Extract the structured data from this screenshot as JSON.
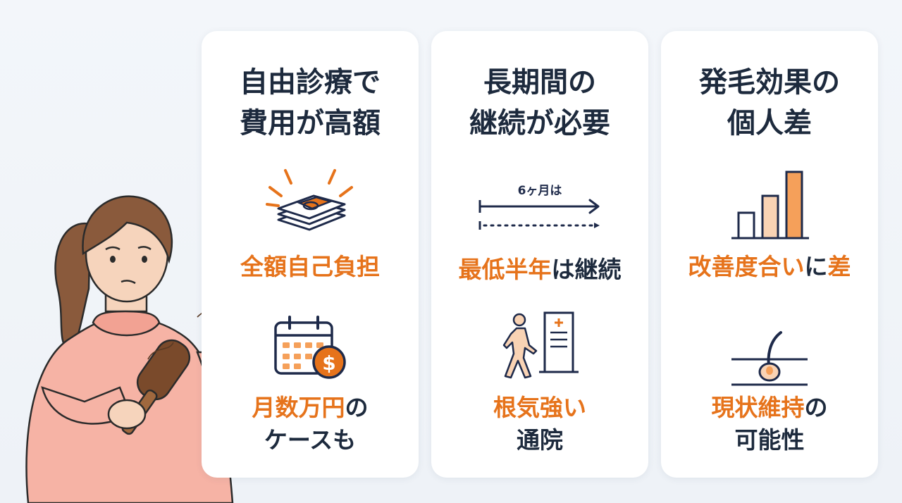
{
  "cards": [
    {
      "title_line1": "自由診療で",
      "title_line2": "費用が高額",
      "label1": "全額自己負担",
      "label2_accent": "月数万円",
      "label2_rest": "の",
      "label2_line2": "ケースも"
    },
    {
      "title_line1": "長期間の",
      "title_line2": "継続が必要",
      "timeline_text": "6ヶ月は",
      "label1_accent": "最低半年",
      "label1_rest": "は継続",
      "label2_accent": "根気強い",
      "label2_line2": "通院"
    },
    {
      "title_line1": "発毛効果の",
      "title_line2": "個人差",
      "label1_accent": "改善度合い",
      "label1_mid": "に",
      "label1_accent2": "差",
      "label2_accent": "現状維持",
      "label2_rest": "の",
      "label2_line2": "可能性"
    }
  ],
  "colors": {
    "accent": "#e6731b",
    "text": "#1d2a3d",
    "navy": "#1e2a4a",
    "peach": "#f9d3b4"
  },
  "icons": [
    "money-stack-icon",
    "calendar-dollar-icon",
    "timeline-arrow-icon",
    "walking-person-clinic-icon",
    "bar-chart-icon",
    "hair-follicle-icon"
  ]
}
